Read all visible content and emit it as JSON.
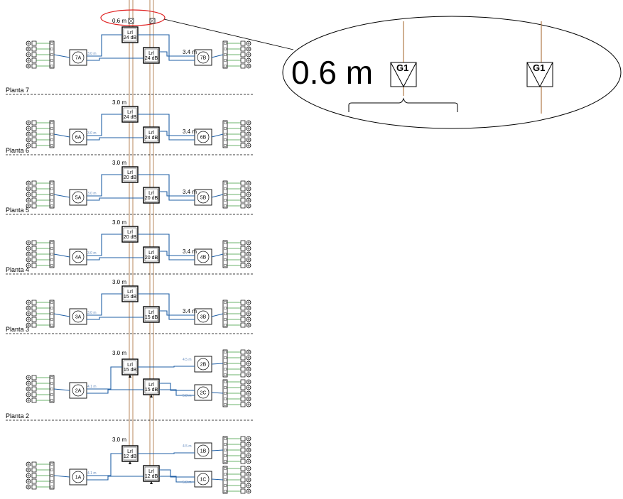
{
  "top": {
    "height_label": "0.6 m"
  },
  "zoom": {
    "height_label": "0.6 m",
    "box_labels": [
      "G1",
      "G1"
    ]
  },
  "floor_labels": [
    "Planta 7",
    "Planta 6",
    "Planta 5",
    "Planta 4",
    "Planta 3",
    "Planta 2"
  ],
  "floors": [
    {
      "name": "7",
      "spacing": "",
      "left_tap": {
        "code": "Lrl",
        "value": "24 dB"
      },
      "right_tap": {
        "code": "Lrl",
        "value": "24 dB"
      },
      "units": [
        "7A",
        "7B"
      ],
      "left_dist": "3.0 m",
      "right_dist": "3.4 m"
    },
    {
      "name": "6",
      "spacing": "3.0 m",
      "left_tap": {
        "code": "Lrl",
        "value": "24 dB"
      },
      "right_tap": {
        "code": "Lrl",
        "value": "24 dB"
      },
      "units": [
        "6A",
        "6B"
      ],
      "left_dist": "3.0 m",
      "right_dist": "3.4 m"
    },
    {
      "name": "5",
      "spacing": "3.0 m",
      "left_tap": {
        "code": "Lrl",
        "value": "20 dB"
      },
      "right_tap": {
        "code": "Lrl",
        "value": "20 dB"
      },
      "units": [
        "5A",
        "5B"
      ],
      "left_dist": "3.0 m",
      "right_dist": "3.4 m"
    },
    {
      "name": "4",
      "spacing": "3.0 m",
      "left_tap": {
        "code": "Lrl",
        "value": "20 dB"
      },
      "right_tap": {
        "code": "Lrl",
        "value": "20 dB"
      },
      "units": [
        "4A",
        "4B"
      ],
      "left_dist": "3.0 m",
      "right_dist": "3.4 m"
    },
    {
      "name": "3",
      "spacing": "3.0 m",
      "left_tap": {
        "code": "Lrl",
        "value": "15 dB"
      },
      "right_tap": {
        "code": "Lrl",
        "value": "15 dB"
      },
      "units": [
        "3A",
        "3B"
      ],
      "left_dist": "3.0 m",
      "right_dist": "3.4 m"
    },
    {
      "name": "2",
      "spacing": "3.0 m",
      "left_tap": {
        "code": "Lrl",
        "value": "15 dB"
      },
      "right_tap": {
        "code": "Lrl",
        "value": "15 dB"
      },
      "units": [
        "2A",
        "2B",
        "2C"
      ],
      "left_dist": "4.1 m",
      "right_dist": "4.5 m",
      "right_dist2": "5.8 m"
    },
    {
      "name": "1",
      "spacing": "3.0 m",
      "left_tap": {
        "code": "Lrl",
        "value": "12 dB"
      },
      "right_tap": {
        "code": "Lrl",
        "value": "12 dB"
      },
      "units": [
        "1A",
        "1B",
        "1C"
      ],
      "left_dist": "4.1 m",
      "right_dist": "4.5 m",
      "right_dist2": "5.8 m"
    }
  ],
  "colors": {
    "riser": "#b07a4a",
    "cable": "#1f5fa6",
    "drop": "#3a9a3a",
    "highlight": "#e02020",
    "floor_divider": "#000000"
  }
}
